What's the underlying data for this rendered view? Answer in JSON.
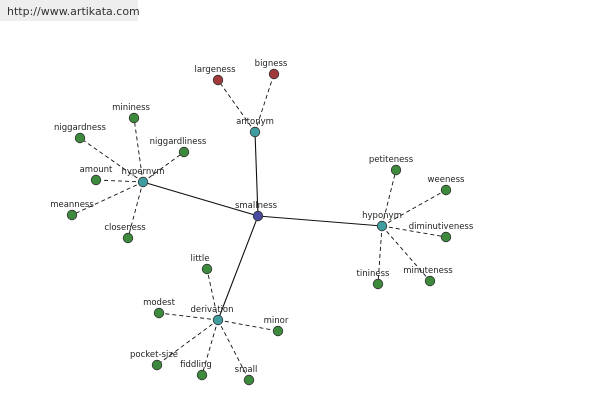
{
  "header": {
    "url": "http://www.artikata.com"
  },
  "colors": {
    "center": "#4a4aa0",
    "relation": "#3f9da0",
    "antonym_word": "#a33a3a",
    "word": "#3d8a3d",
    "edge": "#111111"
  },
  "graph": {
    "center": {
      "label": "smallness"
    },
    "relations": [
      {
        "key": "antonym",
        "label": "antonym",
        "words": [
          "largeness",
          "bigness"
        ]
      },
      {
        "key": "hypernym",
        "label": "hypernym",
        "words": [
          "mininess",
          "niggardness",
          "niggardliness",
          "amount",
          "meanness",
          "closeness"
        ]
      },
      {
        "key": "hyponym",
        "label": "hyponym",
        "words": [
          "petiteness",
          "weeness",
          "diminutiveness",
          "tininess",
          "minuteness"
        ]
      },
      {
        "key": "derivation",
        "label": "derivation",
        "words": [
          "little",
          "modest",
          "minor",
          "pocket-size",
          "fiddling",
          "small"
        ]
      }
    ]
  }
}
